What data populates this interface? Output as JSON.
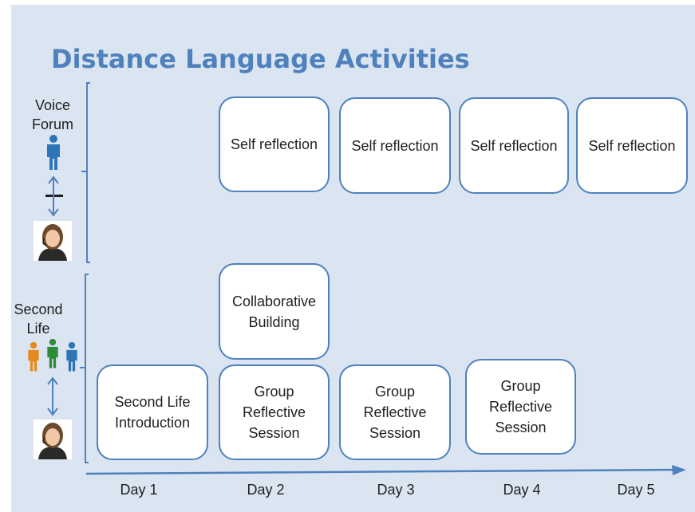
{
  "title": "Distance Language Activities",
  "rows": {
    "voice_forum": {
      "label": "Voice Forum",
      "label_lines": [
        "Voice",
        "Forum"
      ]
    },
    "second_life": {
      "label": "Second Life",
      "label_lines": [
        "Second",
        "Life"
      ]
    }
  },
  "boxes": {
    "self_reflection_day2": "Self reflection",
    "self_reflection_day3": "Self reflection",
    "self_reflection_day4": "Self reflection",
    "self_reflection_day5": "Self reflection",
    "collaborative_building": [
      "Collaborative",
      "Building"
    ],
    "second_life_intro": [
      "Second Life",
      "Introduction"
    ],
    "group_session_day2": [
      "Group",
      "Reflective",
      "Session"
    ],
    "group_session_day3": [
      "Group",
      "Reflective",
      "Session"
    ],
    "group_session_day4": [
      "Group",
      "Reflective",
      "Session"
    ]
  },
  "days": [
    "Day 1",
    "Day 2",
    "Day 3",
    "Day 4",
    "Day 5"
  ],
  "colors": {
    "panel_bg": "#dbe5f1",
    "accent": "#4f81bd",
    "person_blue": "#2e75b6",
    "person_green": "#2e8b3a",
    "person_orange": "#e58a1f"
  },
  "icons": [
    "person-blue-icon",
    "person-green-icon",
    "person-orange-icon",
    "woman-with-headset-icon",
    "double-arrow-icon",
    "timeline-arrow-icon"
  ]
}
